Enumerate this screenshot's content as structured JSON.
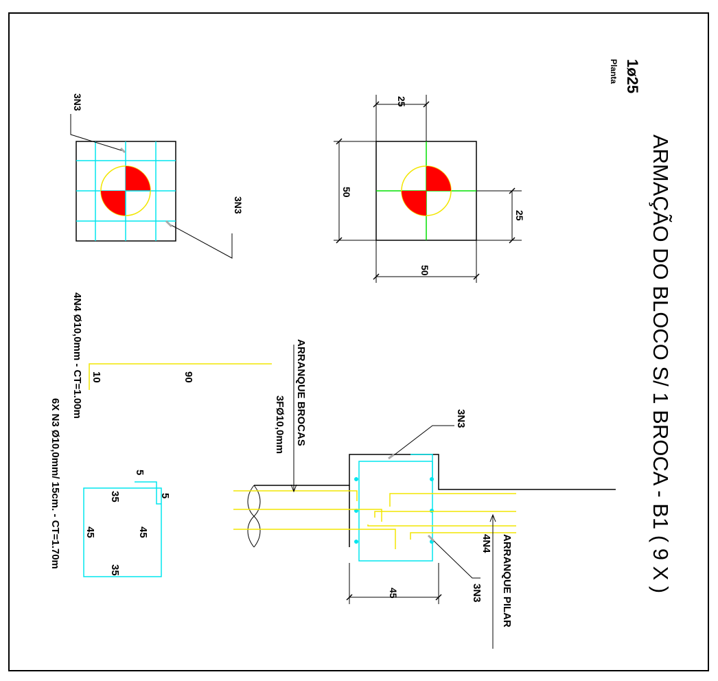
{
  "title": {
    "main": "ARMAÇÃO DO BLOCO S/ 1 BROCA - B1 ( 9 X )",
    "scale": "1ø25",
    "view": "Planta"
  },
  "plan": {
    "dim_top": "25",
    "dim_left": "50",
    "dim_right": "25",
    "dim_bottom": "50"
  },
  "rebar_plan": {
    "label_top": "3N3",
    "label_bottom": "3N3"
  },
  "n4_bar": {
    "spec": "4N4 Ø10,0mm - CT=1.00m",
    "len_long": "90",
    "len_short": "10"
  },
  "stirrup": {
    "spec": "6X N3 Ø10,0mm/ 15cm. - CT=1.70m",
    "side_top": "35",
    "side_bottom": "35",
    "side_left": "45",
    "side_right": "45",
    "hook_1": "5",
    "hook_2": "5"
  },
  "section": {
    "label_brocas": "ARRANQUE BROCAS",
    "label_brocas_bars": "3FØ10,0mm",
    "label_top_stirrup": "3N3",
    "label_bottom_stirrup": "3N3",
    "label_pilar": "ARRANQUE PILAR",
    "label_pilar_bars": "4N4",
    "dim_width": "45"
  },
  "colors": {
    "line": "#000000",
    "rebar_cyan": "#00e5ee",
    "rebar_yellow": "#f2e600",
    "fill_red": "#ff0000",
    "axis_green": "#00e000",
    "leader_gray": "#aaaaaa"
  }
}
